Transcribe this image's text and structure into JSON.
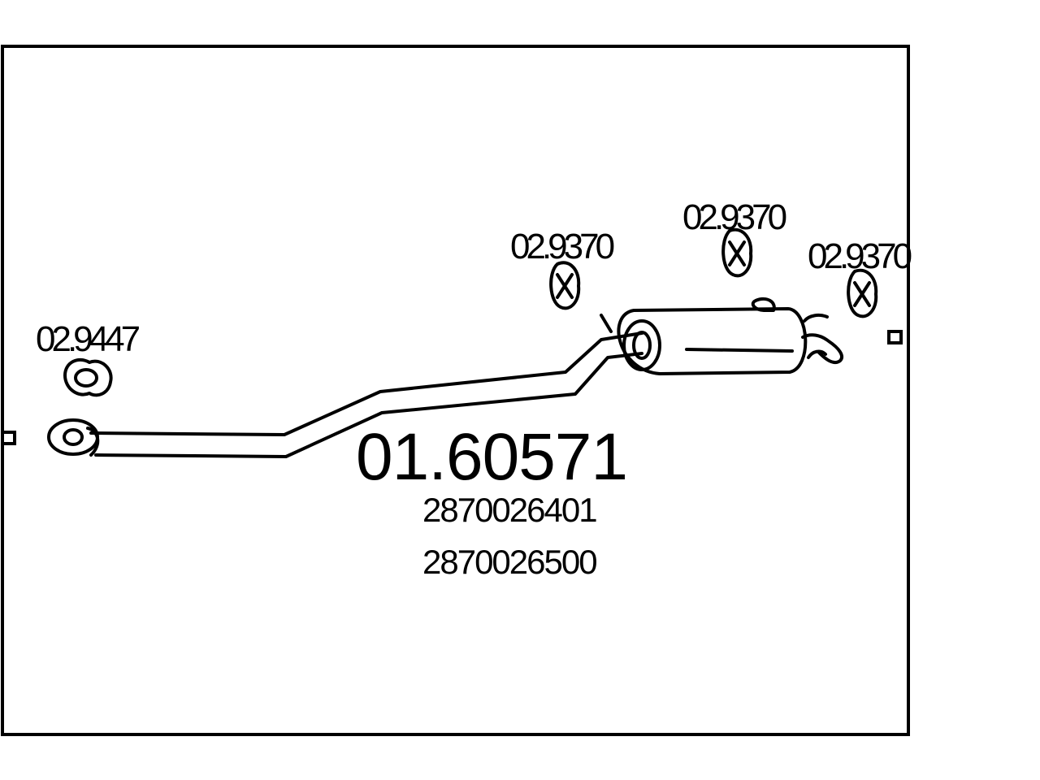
{
  "diagram": {
    "main_part_number": "01.60571",
    "oem_numbers": [
      "2870026401",
      "2870026500"
    ],
    "parts": [
      {
        "code": "02.9447",
        "kind": "gasket"
      },
      {
        "code": "02.9370",
        "kind": "rubber-mount"
      },
      {
        "code": "02.9370",
        "kind": "rubber-mount"
      },
      {
        "code": "02.9370",
        "kind": "rubber-mount"
      }
    ],
    "colors": {
      "line": "#000000",
      "background": "#ffffff"
    }
  }
}
